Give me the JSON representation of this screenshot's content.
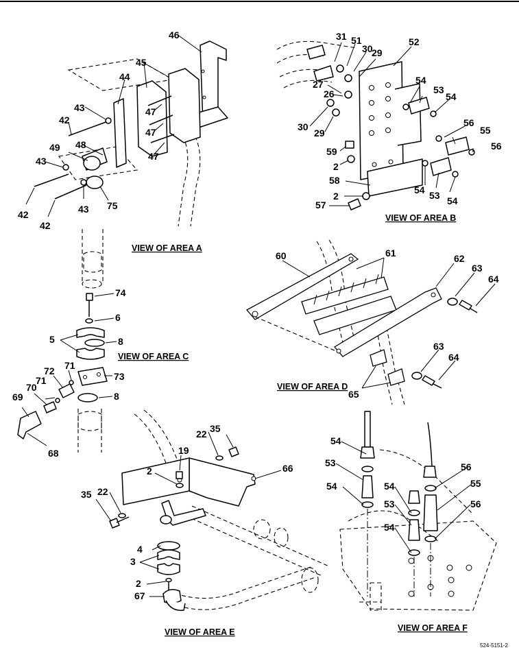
{
  "figure_id": "524-5151-2",
  "views": {
    "a": {
      "caption": "VIEW OF AREA A",
      "callouts": [
        "46",
        "45",
        "44",
        "43",
        "42",
        "47",
        "47",
        "47",
        "48",
        "49",
        "43",
        "42",
        "43",
        "42",
        "75"
      ]
    },
    "b": {
      "caption": "VIEW OF AREA B",
      "callouts": [
        "31",
        "51",
        "30",
        "29",
        "52",
        "27",
        "26",
        "30",
        "29",
        "54",
        "53",
        "54",
        "56",
        "55",
        "56",
        "59",
        "2",
        "54",
        "53",
        "54",
        "58",
        "2",
        "57"
      ]
    },
    "c": {
      "caption": "VIEW OF AREA C",
      "callouts": [
        "74",
        "6",
        "5",
        "8",
        "71",
        "72",
        "73",
        "70",
        "71",
        "8",
        "69",
        "68"
      ]
    },
    "d": {
      "caption": "VIEW OF AREA D",
      "callouts": [
        "60",
        "61",
        "62",
        "63",
        "64",
        "63",
        "64",
        "65"
      ]
    },
    "e": {
      "caption": "VIEW OF AREA E",
      "callouts": [
        "35",
        "22",
        "19",
        "2",
        "66",
        "35",
        "22",
        "4",
        "3",
        "2",
        "67"
      ]
    },
    "f": {
      "caption": "VIEW OF AREA F",
      "callouts": [
        "54",
        "56",
        "53",
        "55",
        "54",
        "54",
        "56",
        "53",
        "54"
      ]
    }
  }
}
